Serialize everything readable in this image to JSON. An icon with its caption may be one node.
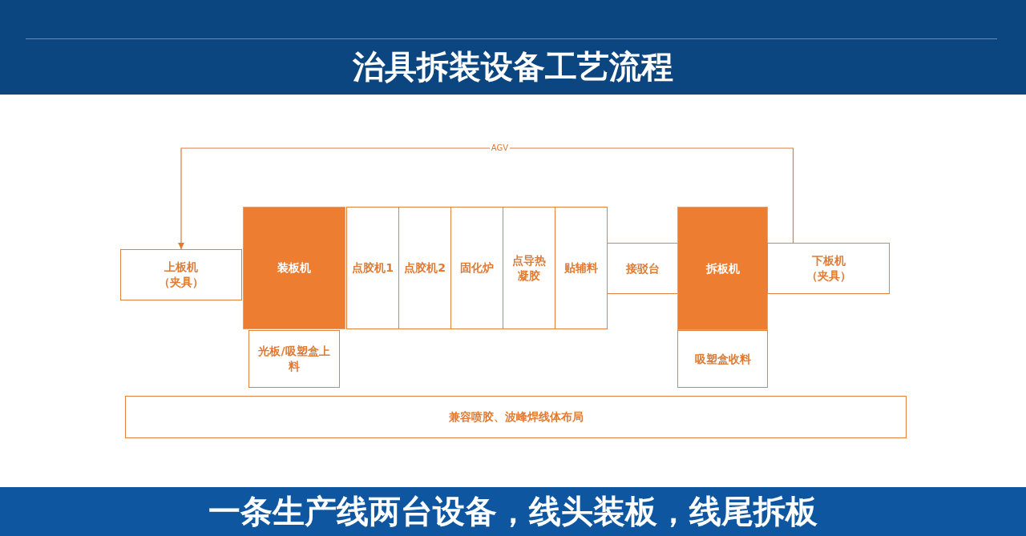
{
  "diagram": {
    "title": "治具拆装设备工艺流程",
    "caption": "一条生产线两台设备，线头装板，线尾拆板",
    "nodes": [
      {
        "text": [
          "上板机（夹具）"
        ]
      },
      {
        "text": [
          "装板机"
        ]
      },
      {
        "text": [
          "点胶机1"
        ]
      },
      {
        "text": [
          "点胶机2"
        ]
      },
      {
        "text": [
          "固化炉"
        ]
      },
      {
        "text": [
          "点导热凝胶"
        ]
      },
      {
        "text": [
          "贴辅料"
        ]
      },
      {
        "text": [
          "接驳台"
        ]
      },
      {
        "text": [
          "拆板机"
        ]
      },
      {
        "text": [
          "下板机（夹具）"
        ]
      },
      {
        "text": [
          "光板/吸塑盒上料"
        ]
      },
      {
        "text": [
          "吸塑盒收料"
        ]
      },
      {
        "text": [
          "兼容喷胶、波峰焊线体布局"
        ]
      }
    ],
    "edges": [
      {
        "from": 9,
        "to": 0,
        "arrow": "to",
        "label": "AGV"
      }
    ]
  }
}
